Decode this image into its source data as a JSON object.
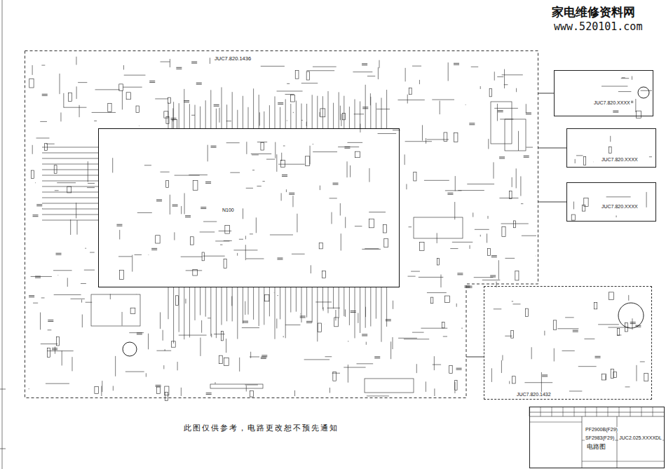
{
  "diagram": {
    "caption": "此图仅供参考，电路更改恕不预先通知",
    "nodes": [
      {
        "text": [
          "JUC7.820.1436"
        ]
      },
      {
        "text": [
          "N100"
        ],
        "in": 0
      },
      {
        "text": [
          "JUC7.820.XXXX"
        ]
      },
      {
        "text": [
          "JUC7.820.XXXX"
        ]
      },
      {
        "text": [
          "JUC7.820.XXXX"
        ]
      },
      {
        "text": [
          "JUC7.820.1432"
        ]
      },
      {
        "text": [
          "PF2900B(F29)",
          "SF2983(F29)",
          "电路图",
          "JUC2.025.XXXXDL"
        ]
      }
    ],
    "edges": [
      {
        "from": 0,
        "to": 2,
        "arrow": "none"
      },
      {
        "from": 0,
        "to": 3,
        "arrow": "none"
      },
      {
        "from": 0,
        "to": 4,
        "arrow": "none"
      },
      {
        "from": 0,
        "to": 5,
        "arrow": "none"
      }
    ],
    "labels": [
      "家电维修资料网",
      "www.520101.com"
    ]
  }
}
